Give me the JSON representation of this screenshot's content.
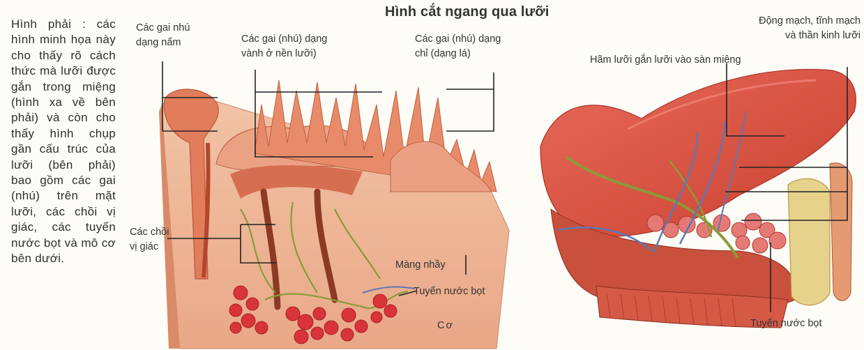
{
  "title": "Hình cắt ngang qua lưỡi",
  "side_text": "Hình phải : các hình minh họa này cho thấy rõ cách thức mà lưỡi được gắn trong miệng (hình xa về bên phải) và còn cho thấy hình chụp gần cấu trúc của lưỡi (bên phải) bao gồm các gai (nhú) trên mặt lưỡi, các chồi vị giác, các tuyến nước bọt và mô cơ bên dưới.",
  "labels": {
    "fungiform_l1": "Các gai nhú",
    "fungiform_l2": "dạng nấm",
    "circumvallate_l1": "Các gai (nhú) dạng",
    "circumvallate_l2": "vành ở nền lưỡi)",
    "filiform_l1": "Các gai (nhú) dạng",
    "filiform_l2": "chỉ (dạng lá)",
    "taste_buds_l1": "Các chồi",
    "taste_buds_l2": "vị giác",
    "mucosa": "Màng nhầy",
    "salivary_gland_left": "Tuyến nước bọt",
    "muscle": "Cơ",
    "frenulum": "Hãm lưỡi gắn lưỡi  vào sàn miệng",
    "vessels_l1": "Động mạch, tĩnh mạch",
    "vessels_l2": "và thần kinh lưỡi",
    "salivary_gland_right": "Tuyến nước bọt"
  },
  "colors": {
    "tissue_light": "#f0b99a",
    "tissue_mid": "#e58f6b",
    "tissue_dark": "#c8462f",
    "tongue_red": "#de5a4a",
    "gland": "#d9343a",
    "nerve": "#8a9a3a",
    "vein": "#5d78b5",
    "bone": "#e6d28a",
    "leader": "#222222"
  }
}
